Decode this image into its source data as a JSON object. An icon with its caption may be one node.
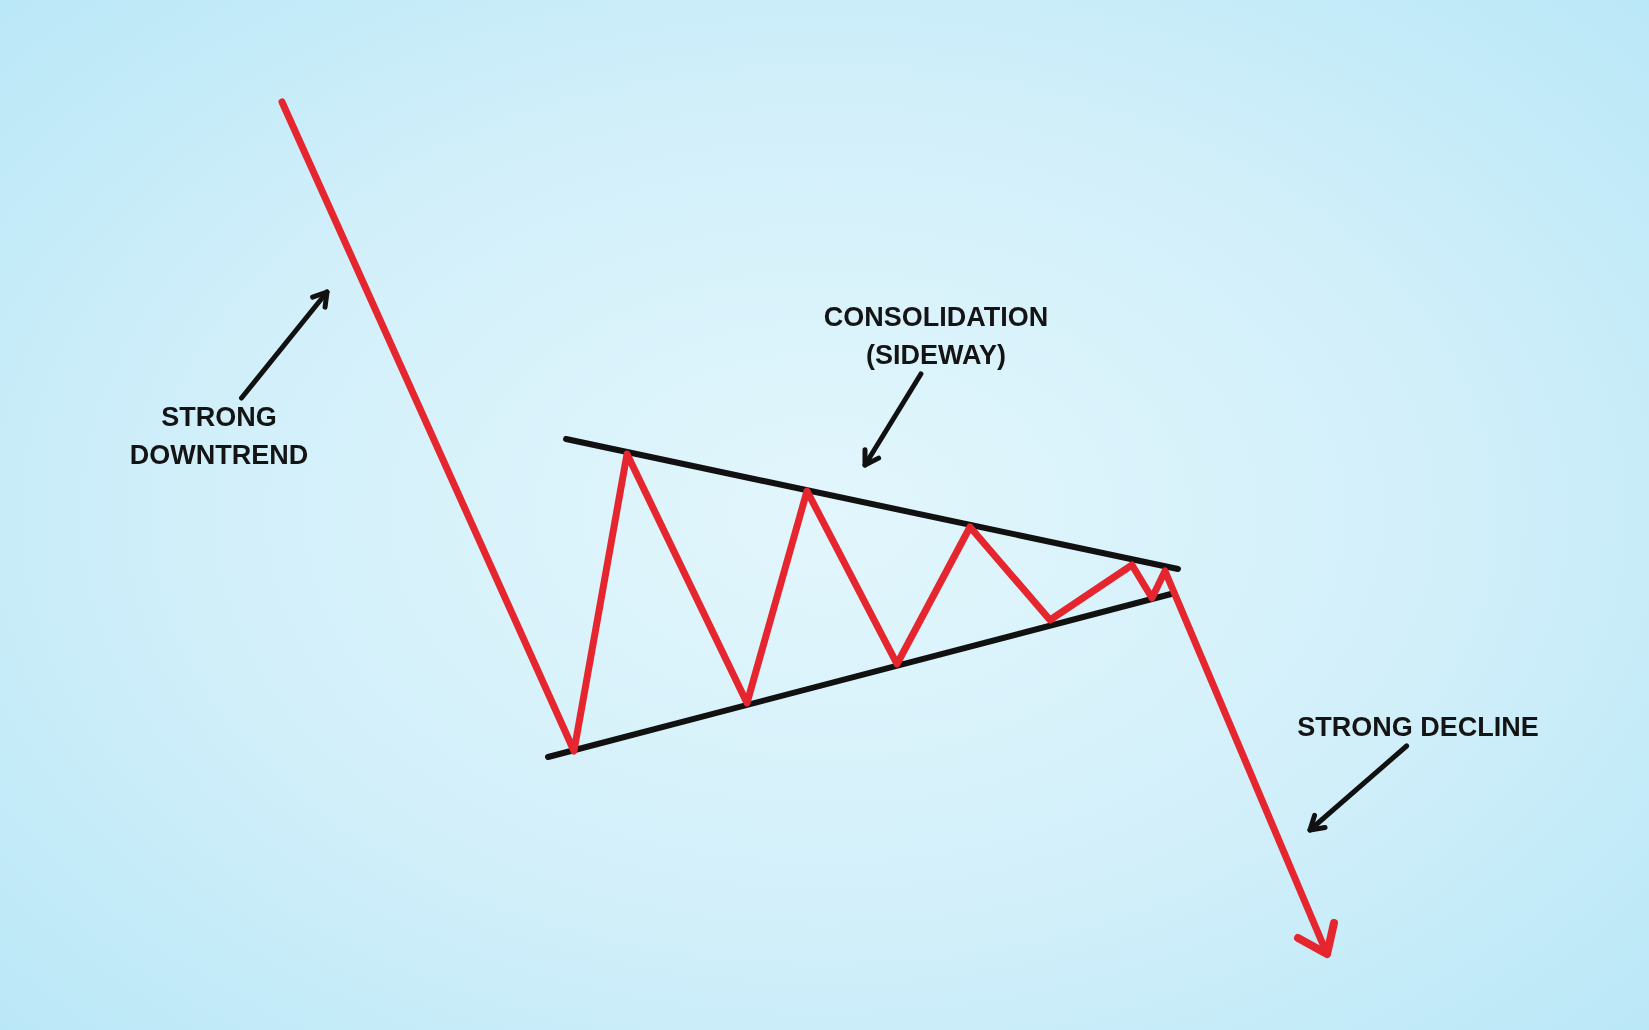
{
  "diagram": {
    "nodes": [
      {
        "text": [
          "STRONG DOWNTREND"
        ]
      },
      {
        "text": [
          "CONSOLIDATION (SIDEWAY)"
        ]
      },
      {
        "text": [
          "STRONG DECLINE"
        ]
      }
    ],
    "edges": [
      {
        "from": 0,
        "to": null,
        "arrow": "to"
      },
      {
        "from": 1,
        "to": null,
        "arrow": "to"
      },
      {
        "from": 2,
        "to": null,
        "arrow": "to"
      }
    ]
  }
}
